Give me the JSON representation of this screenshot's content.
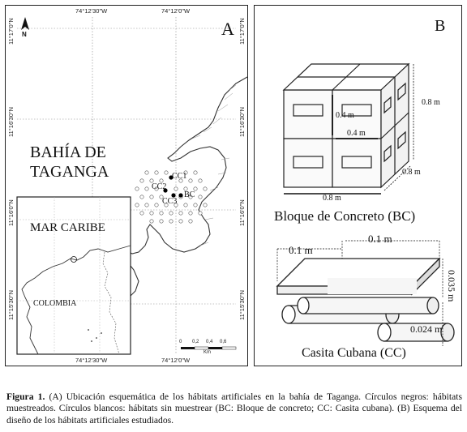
{
  "panel_a": {
    "letter": "A",
    "north": "N",
    "lon_top": [
      "74°12'30\"W",
      "74°12'0\"W"
    ],
    "lon_bottom": [
      "74°12'30\"W",
      "74°12'0\"W"
    ],
    "lat_left": [
      "11°17'0\"N",
      "11°16'30\"N",
      "11°16'0\"N",
      "11°15'30\"N"
    ],
    "lat_right": [
      "11°17'0\"N",
      "11°16'30\"N",
      "11°16'0\"N",
      "11°15'30\"N"
    ],
    "bay_line1": "BAHÍA DE",
    "bay_line2": "TAGANGA",
    "sites": {
      "cc1": "CC1",
      "cc2": "CC2",
      "cc3": "CC3",
      "bc": "BC"
    },
    "inset": {
      "sea": "MAR CARIBE",
      "country": "COLOMBIA"
    },
    "scale": {
      "ticks": [
        "0",
        "0,2",
        "0,4",
        "0,6"
      ],
      "unit": "Km"
    }
  },
  "panel_b": {
    "letter": "B",
    "dim_height_right": "0.8 m",
    "dim_04_vertical": "0.4 m",
    "dim_04_horizontal": "0.4 m",
    "dim_depth": "0.8 m",
    "dim_width": "0.8 m",
    "block_title": "Bloque de Concreto (BC)",
    "dim_01_left": "0.1 m",
    "dim_01_right": "0.1 m",
    "dim_0035": "0.035 m",
    "dim_0024": "0.024 m",
    "casita_title": "Casita Cubana (CC)"
  },
  "caption": {
    "label": "Figura 1.",
    "text": " (A) Ubicación esquemática de los hábitats artificiales en la bahía de Taganga. Círculos negros: hábitats muestreados. Círculos blancos: hábitats sin muestrear (BC: Bloque de concreto; CC: Casita cubana). (B) Esquema del diseño de los hábitats artificiales estudiados."
  }
}
